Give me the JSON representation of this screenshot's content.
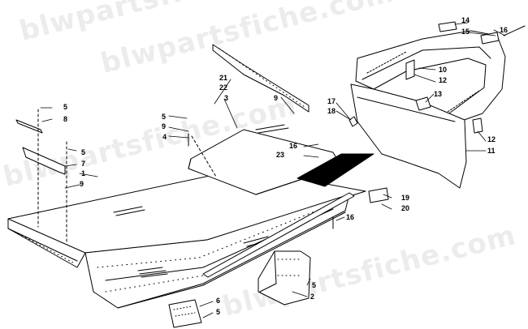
{
  "watermark": {
    "text": "blwpartsfiche.com",
    "color": "#8a8a8a"
  },
  "callouts": {
    "c1": "1",
    "c2": "2",
    "c3": "3",
    "c4": "4",
    "c5a": "5",
    "c5b": "5",
    "c5c": "5",
    "c5d": "5",
    "c5e": "5",
    "c6": "6",
    "c7": "7",
    "c8": "8",
    "c9a": "9",
    "c9b": "9",
    "c9c": "9",
    "c10": "10",
    "c11": "11",
    "c12a": "12",
    "c12b": "12",
    "c13": "13",
    "c14": "14",
    "c15": "15",
    "c16a": "16",
    "c16b": "16",
    "c16c": "16",
    "c17": "17",
    "c18": "18",
    "c19": "19",
    "c20": "20",
    "c21": "21",
    "c22": "22",
    "c23": "23"
  },
  "colors": {
    "line": "#000000",
    "background": "#ffffff"
  }
}
